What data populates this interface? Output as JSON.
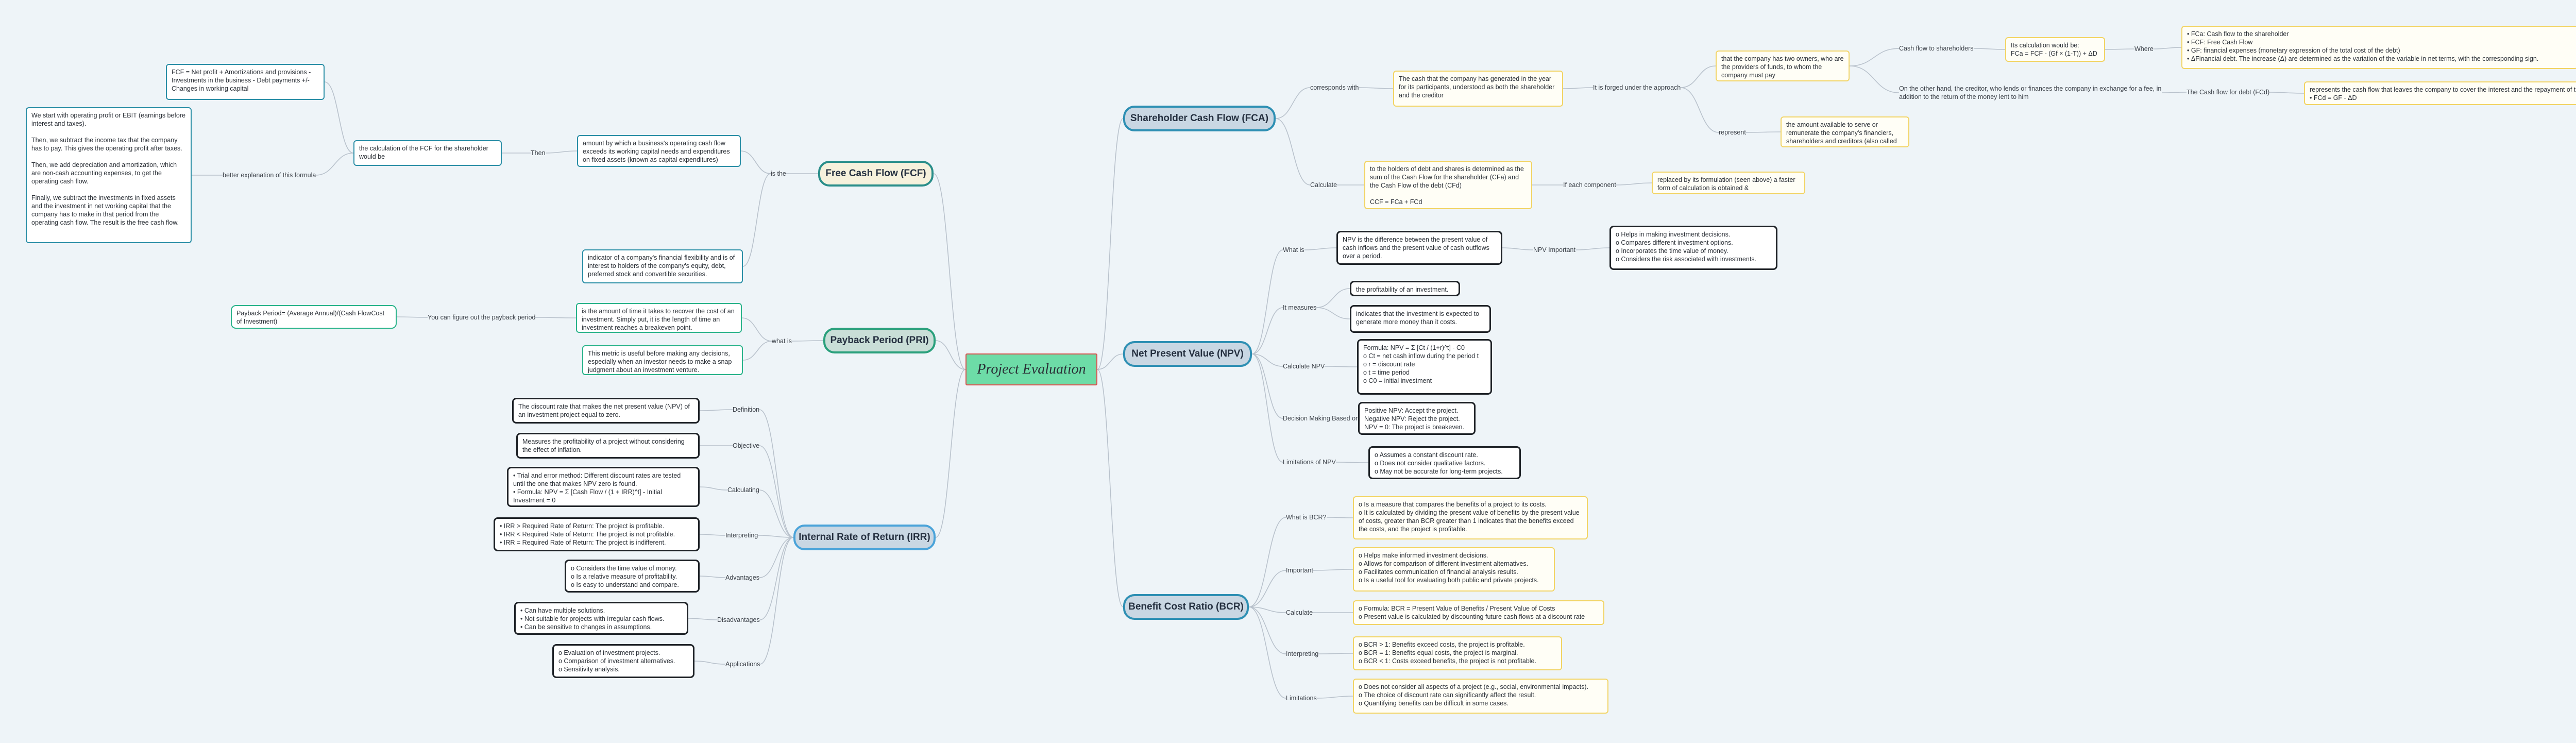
{
  "root": "Project Evaluation",
  "branches": {
    "fca": "Shareholder Cash Flow (FCA)",
    "fcf": "Free Cash Flow  (FCF)",
    "npv": "Net Present Value (NPV)",
    "pri": "Payback Period (PRI)",
    "irr": "Internal Rate of Return (IRR)",
    "bcr": "Benefit Cost Ratio (BCR)"
  },
  "labels": {
    "corresponds_with": "corresponds with",
    "forged": "It is forged under the approach",
    "cash_flow_shareholders": "Cash flow to shareholders",
    "where": "Where",
    "cash_flow_debt": "The Cash flow for debt (FCd)",
    "represent": "represent",
    "calculate_fca": "Calculate",
    "each_component": "If each component",
    "what_is_npv": "What is",
    "npv_important": "NPV Important",
    "it_measures": "It measures",
    "calculate_npv": "Calculate NPV",
    "decision_npv": "Decision Making Based on NPV",
    "limitations_npv": "Limitations of NPV",
    "what_is_bcr": "What is BCR?",
    "important_bcr": "Important",
    "calculate_bcr": "Calculate",
    "interpreting_bcr": "Interpreting",
    "limitations_bcr": "Limitations",
    "is_the": "is the",
    "then": "Then",
    "better_explanation": "better explanation of this formula",
    "what_is_pri": "what is",
    "payback_figure": "You can figure out the payback period",
    "definition": "Definition",
    "objective": "Objective",
    "calculating": "Calculating",
    "interpreting_irr": "Interpreting",
    "advantages": "Advantages",
    "disadvantages": "Disadvantages",
    "applications": "Applications"
  },
  "text": {
    "fca_def": "The cash that the company has generated in the year for its participants, understood as both the shareholder and the creditor",
    "two_owners": "that the company has two owners, who are the providers of funds, to whom the company must pay",
    "fca_formula": "Its calculation would be:\nFCa = FCF - (Gf × (1-T)) + ΔD",
    "where_list": "•  FCa: Cash flow to the shareholder\n•  FCF: Free Cash Flow\n•  GF: financial expenses (monetary expression of the total cost of the debt)\n•  ΔFinancial debt. The increase (Δ) are determined as the variation of the variable in net terms, with the corresponding sign.",
    "creditor_text": "On the other hand, the creditor, who lends or finances the company in exchange for a fee, in addition to the return of the money lent to him",
    "fcd_def": "represents the cash flow that leaves the company to cover the interest and the repayment of the principal of the debts.\n•    FCd = GF - ΔD",
    "represent_text": "the amount available to serve or remunerate the company's financiers, shareholders and creditors (also called debt holders).",
    "calc_fca": "to the holders of debt and shares is determined as the sum of the Cash Flow for the shareholder (CFa) and the Cash Flow of the debt (CFd)\n\nCCF = FCa + FCd",
    "replaced": "replaced by its formulation (seen above) a faster form of calculation is obtained &",
    "npv_def": "NPV is the difference between the present value of cash inflows and the present value of cash outflows over a period.",
    "npv_important_list": "o    Helps in making investment decisions.\no    Compares different investment options.\no    Incorporates the time value of money.\no    Considers the risk associated with investments.",
    "measures_1": "the profitability of an investment.",
    "measures_2": "indicates that the investment is expected to generate more money than it costs.",
    "npv_formula": "Formula: NPV = Σ [Ct / (1+r)^t] - C0\no Ct = net cash inflow during the period t\no r = discount rate\no t = time period\no C0 = initial investment",
    "npv_decision": "Positive NPV: Accept the project.\nNegative NPV: Reject the project.\nNPV = 0: The project is breakeven.",
    "npv_limits": "o Assumes a constant discount rate.\no Does not consider qualitative factors.\no May not be accurate for long-term projects.",
    "bcr_def": "o Is a measure that compares the benefits of a project to its costs.\no It is calculated by dividing the present value of benefits by the present value of costs, greater than BCR greater than 1 indicates that the benefits exceed the costs, and the project is profitable.",
    "bcr_important": "o    Helps make informed investment decisions.\no    Allows for comparison of different investment alternatives.\no    Facilitates communication of financial analysis results.\no    Is a useful tool for evaluating both public and private projects.",
    "bcr_calc": "o    Formula: BCR = Present Value of Benefits / Present Value of Costs\no    Present value is calculated by discounting future cash flows at a discount rate",
    "bcr_interp": "o    BCR > 1: Benefits exceed costs, the project is profitable.\no    BCR = 1: Benefits equal costs, the project is marginal.\no    BCR < 1: Costs exceed benefits, the project is not profitable.",
    "bcr_limits": "o    Does not consider all aspects of a project (e.g., social, environmental impacts).\no    The choice of discount rate can significantly affect the result.\no    Quantifying benefits can be difficult in some cases.",
    "fcf_amount": "amount by which a business's operating cash flow exceeds its working capital needs and expenditures on fixed assets (known as capital expenditures)",
    "fcf_calc": "the calculation of the FCF for the shareholder would be",
    "fcf_formula": "FCF = Net profit + Amortizations and provisions - Investments in the business - Debt payments +/- Changes in working capital",
    "fcf_explain": "We start with operating profit or EBIT (earnings before interest and taxes).\n\nThen, we subtract the income tax that the company has to pay. This gives the operating profit after taxes.\n\nThen, we add depreciation and amortization, which are non-cash accounting expenses, to get the operating cash flow.\n\nFinally, we subtract the investments in fixed assets and the investment in net working capital that the company has to make in that period from the operating cash flow. The result is the free cash flow.",
    "fcf_indicator": "indicator of a company's financial flexibility and is of interest to holders of the company's equity, debt, preferred stock and convertible securities.",
    "pri_def": "is the amount of time it takes to recover the cost of an investment. Simply put, it is the length of time an investment reaches a breakeven point.",
    "pri_metric": "This metric is useful before making any decisions, especially when an investor needs to make a snap judgment about an investment venture.",
    "pri_formula": "Payback Period= (Average Annual)/(Cash FlowCost of Investment)",
    "irr_def": "The discount rate that makes the net present value (NPV) of an investment project equal to zero.",
    "irr_obj": "Measures the profitability of a project without considering the effect of inflation.",
    "irr_calc": "• Trial and error method: Different discount rates are tested until the one that makes NPV zero is found.\n• Formula: NPV = Σ [Cash Flow / (1 + IRR)^t] - Initial Investment = 0",
    "irr_interp": "•    IRR > Required Rate of Return: The project is profitable.\n•    IRR < Required Rate of Return: The project is not profitable.\n•    IRR = Required Rate of Return: The project is indifferent.",
    "irr_adv": "o    Considers the time value of money.\no    Is a relative measure of profitability.\no    Is easy to understand and compare.",
    "irr_dis": "•    Can have multiple solutions.\n•    Not suitable for projects with irregular cash flows.\n•    Can be sensitive to changes in assumptions.",
    "irr_apps": "o    Evaluation of investment projects.\no    Comparison of investment alternatives.\no    Sensitivity analysis."
  },
  "colors": {
    "background": "#eef4f8",
    "link": "#b9c2cc",
    "root_fill": "#6ddca7",
    "root_border": "#d9534f",
    "teal": "#2a8ea6",
    "green": "#29b38a",
    "yellow": "#f2d464",
    "dark": "#1e2227"
  }
}
